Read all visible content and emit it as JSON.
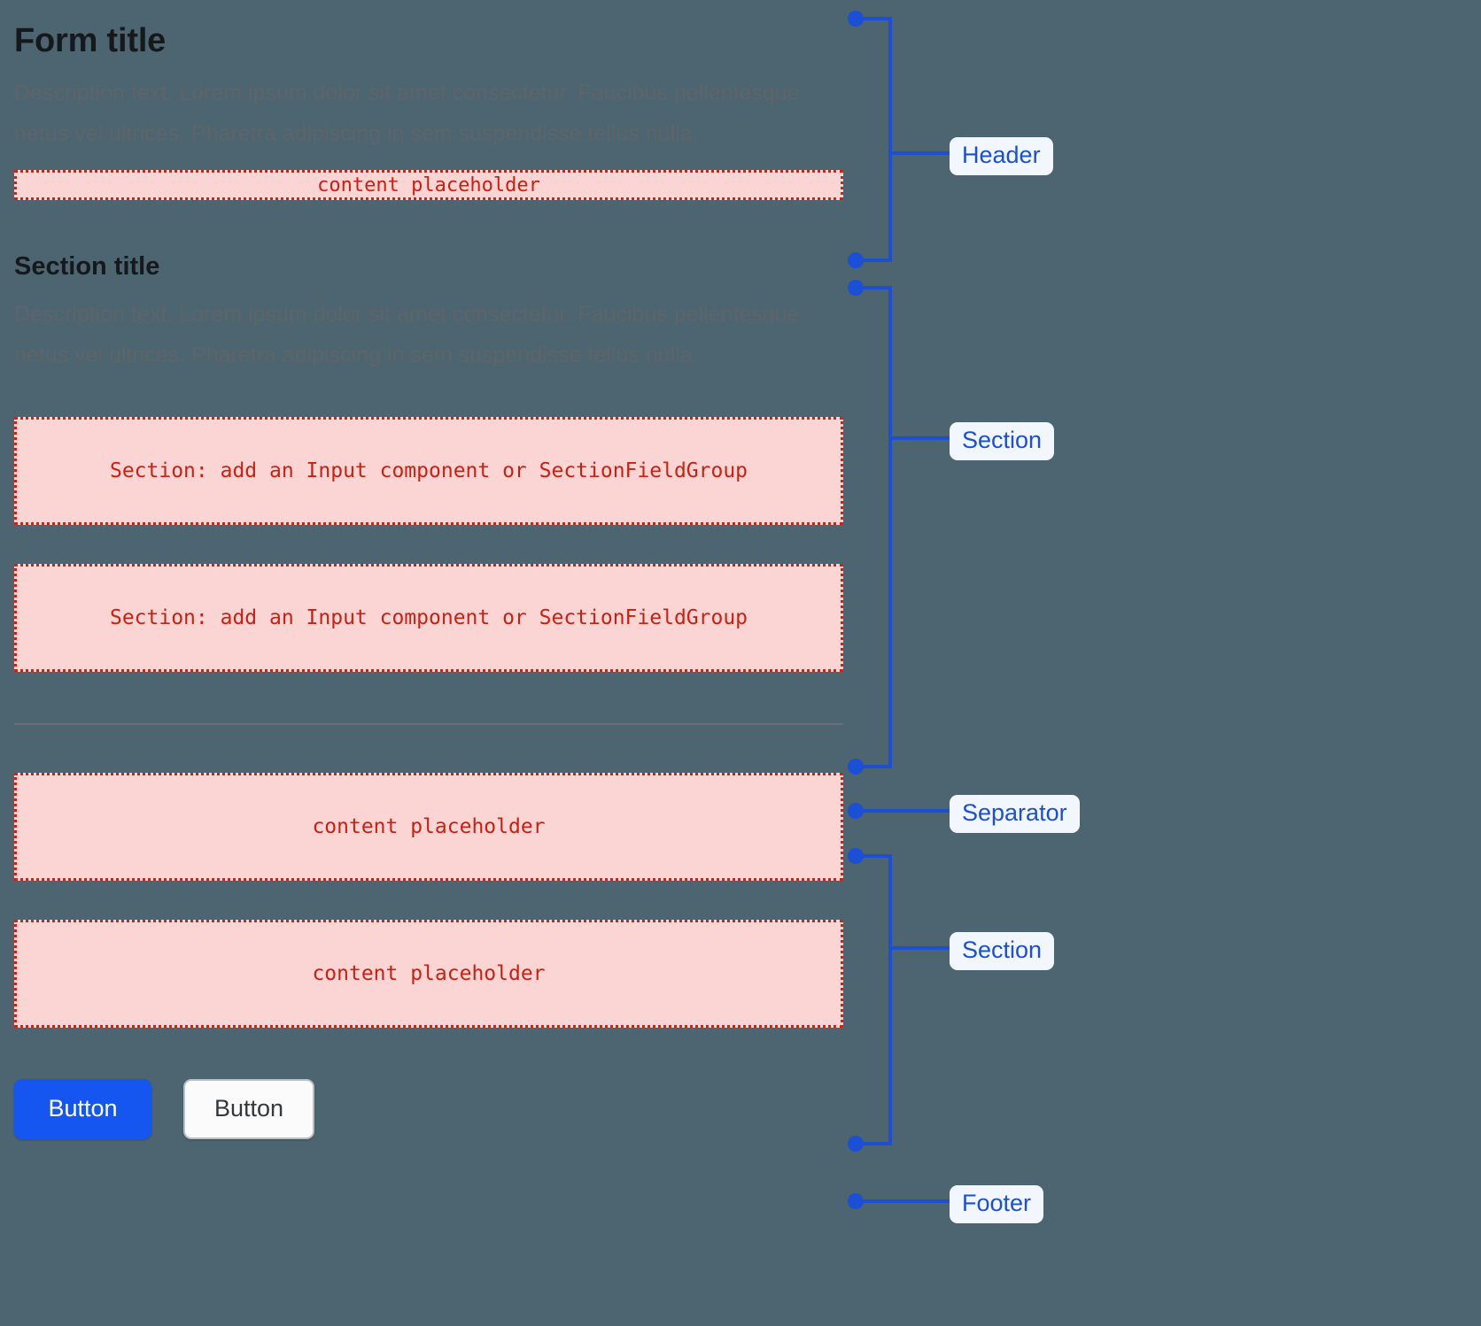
{
  "theme": {
    "background": "#4c6570",
    "title_color": "#16191c",
    "description_color": "#5d6569",
    "placeholder_bg": "#fbd5d3",
    "placeholder_border": "#d62013",
    "placeholder_text": "#cc1f12",
    "annotation_line": "#1a4fd6",
    "annotation_badge_bg": "#f2f6fe",
    "annotation_text": "#1a4fd6",
    "primary_button_bg": "#1556f0",
    "secondary_button_bg": "#fbfbfb",
    "separator_color": "#7b6f75"
  },
  "form": {
    "header": {
      "title": "Form title",
      "description": "Description text. Lorem ipsum dolor sit amet consectetur. Faucibus pellentesque netus vel ultrices. Pharetra adipiscing in sem suspendisse tellus nulla.",
      "placeholder": "content placeholder"
    },
    "section_one": {
      "title": "Section title",
      "description": "Description text. Lorem ipsum dolor sit amet consectetur. Faucibus pellentesque netus vel ultrices. Pharetra adipiscing in sem suspendisse tellus nulla.",
      "placeholders": [
        "Section: add an Input component or SectionFieldGroup",
        "Section: add an Input component or SectionFieldGroup"
      ]
    },
    "separator": {
      "label": "Separator"
    },
    "section_two": {
      "placeholders": [
        "content placeholder",
        "content placeholder"
      ]
    },
    "footer": {
      "primary_button": "Button",
      "secondary_button": "Button"
    }
  },
  "annotations": [
    {
      "label": "Header",
      "kind": "bracket"
    },
    {
      "label": "Section",
      "kind": "bracket"
    },
    {
      "label": "Separator",
      "kind": "line"
    },
    {
      "label": "Section",
      "kind": "bracket"
    },
    {
      "label": "Footer",
      "kind": "line"
    }
  ]
}
